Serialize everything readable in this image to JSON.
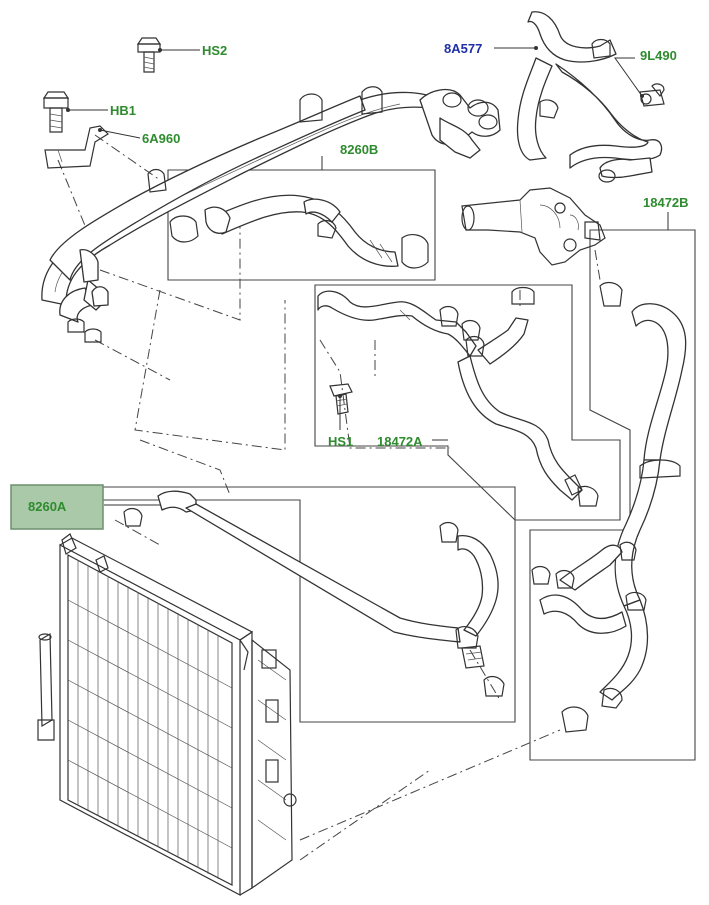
{
  "callouts": {
    "hs2": "HS2",
    "hb1": "HB1",
    "c6a960": "6A960",
    "c8260b": "8260B",
    "c8a577": "8A577",
    "c9l490": "9L490",
    "c18472b": "18472B",
    "hs1": "HS1",
    "c18472a": "18472A",
    "c8260a": "8260A"
  },
  "colors": {
    "callout_text": "#2e8b2e",
    "callout_blue": "#1f2fa8",
    "highlight_fill": "#a9c9a9",
    "highlight_border": "#6d8f6d"
  }
}
